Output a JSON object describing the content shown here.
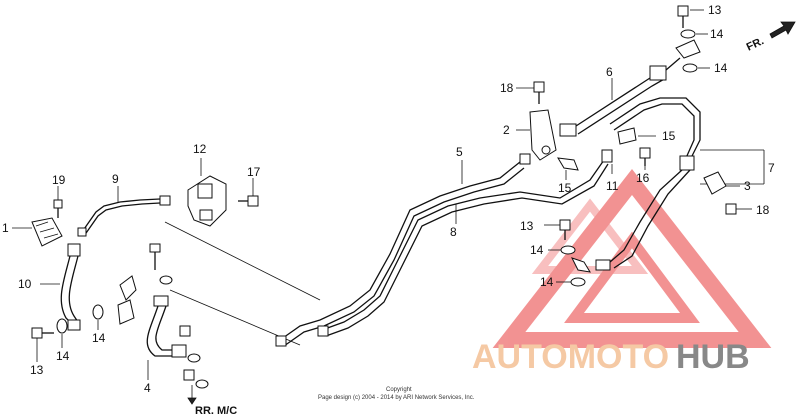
{
  "diagram": {
    "callouts": {
      "c1": "1",
      "c2": "2",
      "c3": "3",
      "c4": "4",
      "c5": "5",
      "c6": "6",
      "c7": "7",
      "c8": "8",
      "c9": "9",
      "c10": "10",
      "c11": "11",
      "c12": "12",
      "c13a": "13",
      "c13b": "13",
      "c13c": "13",
      "c14a": "14",
      "c14b": "14",
      "c14c": "14",
      "c14d": "14",
      "c14e": "14",
      "c14f": "14",
      "c15a": "15",
      "c15b": "15",
      "c16": "16",
      "c17": "17",
      "c18a": "18",
      "c18b": "18",
      "c19": "19"
    },
    "direction_label": "FR.",
    "rr_label": "RR. M/C",
    "copyright": "Copyright",
    "copyright_line": "Page design (c) 2004 - 2014 by ARI Network Services, Inc."
  },
  "watermark": {
    "part1": "AUTOMOTO",
    "part2": "HUB",
    "colors": {
      "triangle": "#f08080",
      "auto": "#f5c9a4",
      "hub": "#888888"
    }
  }
}
